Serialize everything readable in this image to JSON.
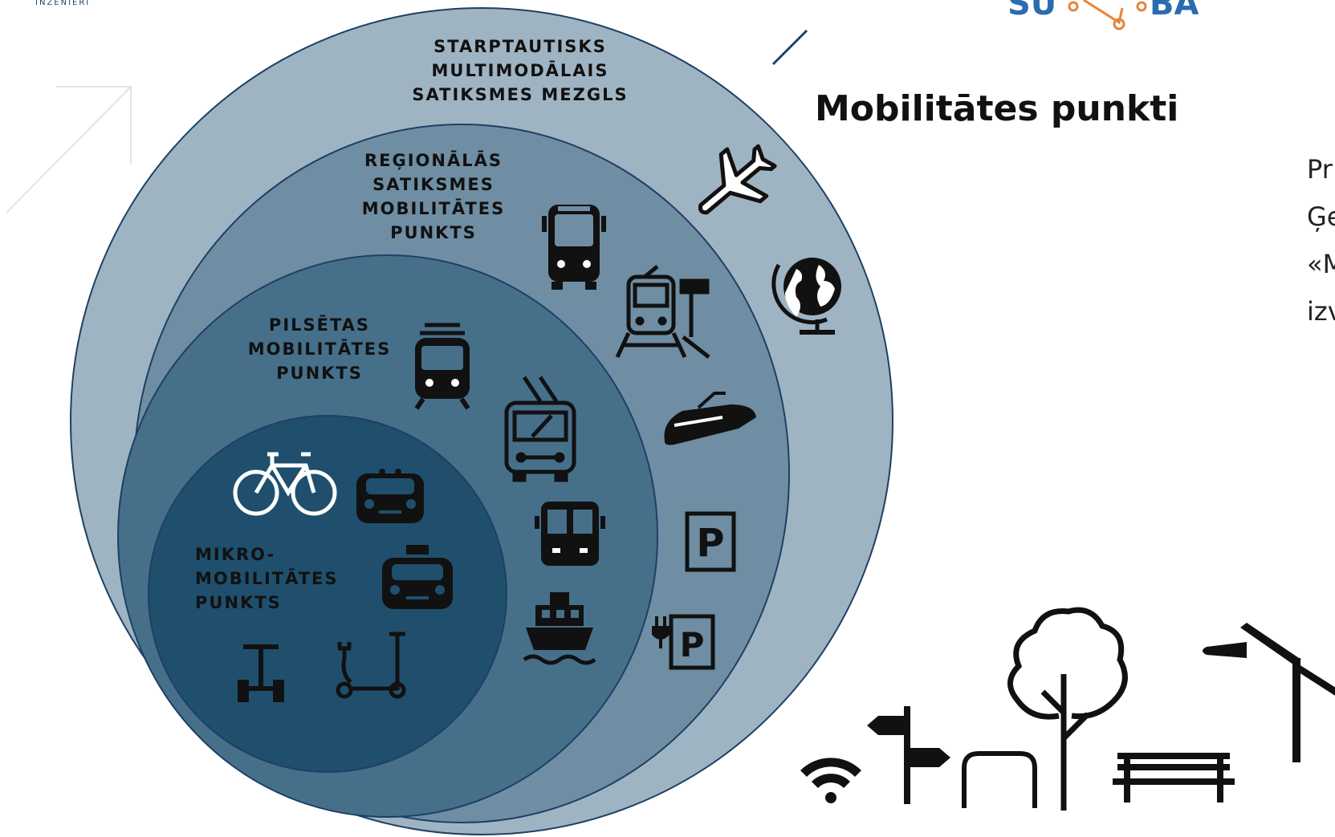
{
  "header": {
    "company_tag": "INŽENIERI",
    "logo_text_left": "SU",
    "logo_text_right": "BA"
  },
  "title": "Mobilitātes punkti",
  "side_text": [
    "Pr",
    "Ģe",
    "«M",
    "izv"
  ],
  "levels": [
    {
      "lines": [
        "STARPTAUTISKS",
        "MULTIMODĀLAIS",
        "SATIKSMES MEZGLS"
      ],
      "color": "#9fb4c2"
    },
    {
      "lines": [
        "REĢIONĀLĀS",
        "SATIKSMES",
        "MOBILITĀTES",
        "PUNKTS"
      ],
      "color": "#6f8ea3"
    },
    {
      "lines": [
        "PILSĒTAS",
        "MOBILITĀTES",
        "PUNKTS"
      ],
      "color": "#46708a"
    },
    {
      "lines": [
        "MIKRO-",
        "MOBILITĀTES",
        "PUNKTS"
      ],
      "color": "#1f4f6d"
    }
  ],
  "colors": {
    "accent_blue": "#2b6cb0",
    "accent_orange": "#e8833a",
    "dark": "#111111"
  },
  "icons": [
    "airplane-icon",
    "globe-icon",
    "bus-front-icon",
    "train-station-icon",
    "high-speed-train-icon",
    "parking-icon",
    "ev-parking-icon",
    "tram-icon",
    "trolleybus-icon",
    "city-bus-icon",
    "ferry-icon",
    "bicycle-icon",
    "car-icon",
    "taxi-icon",
    "hoverboard-icon",
    "e-scooter-icon",
    "wifi-icon",
    "signpost-icon",
    "bike-rack-icon",
    "tree-icon",
    "bench-icon",
    "street-lamp-icon"
  ]
}
